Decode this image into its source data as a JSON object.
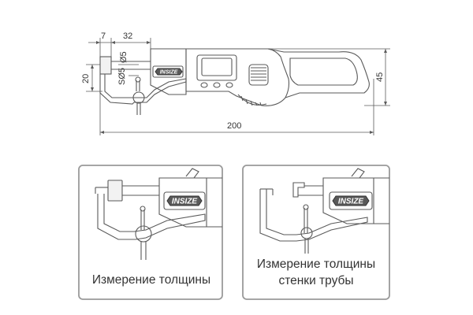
{
  "dimensions": {
    "d7": "7",
    "d32": "32",
    "d20": "20",
    "d45": "45",
    "d200": "200",
    "phi5": "Ø5",
    "sphi5": "SØ5"
  },
  "brand": {
    "logo_text": "INSIZE"
  },
  "panels": {
    "left_caption": "Измерение толщины",
    "right_caption_line1": "Измерение толщины",
    "right_caption_line2": "стенки трубы"
  },
  "colors": {
    "stroke": "#5a5a5a",
    "panel_border": "#9a9a9a",
    "panel_fill": "#ffffff"
  }
}
